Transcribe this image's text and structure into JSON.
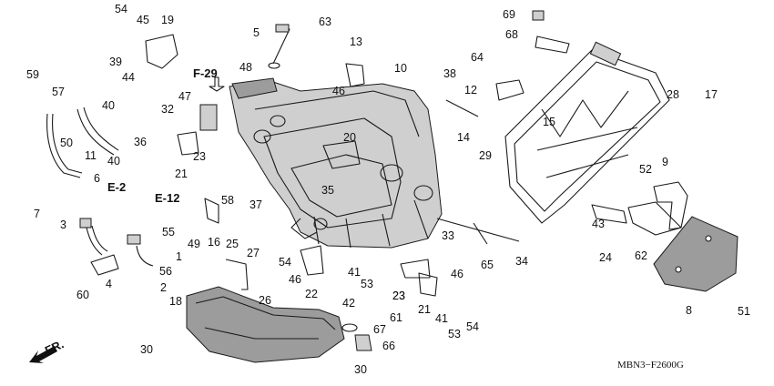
{
  "diagram": {
    "code": "MBN3−F2600G",
    "front_label": "FR.",
    "sections": [
      "F-29",
      "E-2",
      "E-12"
    ],
    "callouts": [
      "1",
      "2",
      "3",
      "4",
      "5",
      "6",
      "7",
      "8",
      "9",
      "10",
      "11",
      "12",
      "13",
      "14",
      "15",
      "16",
      "17",
      "18",
      "19",
      "20",
      "21",
      "22",
      "23",
      "24",
      "25",
      "26",
      "27",
      "28",
      "29",
      "30",
      "32",
      "33",
      "34",
      "35",
      "36",
      "37",
      "38",
      "39",
      "40",
      "41",
      "42",
      "43",
      "44",
      "45",
      "46",
      "47",
      "48",
      "49",
      "50",
      "51",
      "52",
      "53",
      "54",
      "55",
      "56",
      "57",
      "58",
      "59",
      "60",
      "61",
      "62",
      "63",
      "64",
      "65",
      "66",
      "67",
      "68",
      "69"
    ]
  }
}
